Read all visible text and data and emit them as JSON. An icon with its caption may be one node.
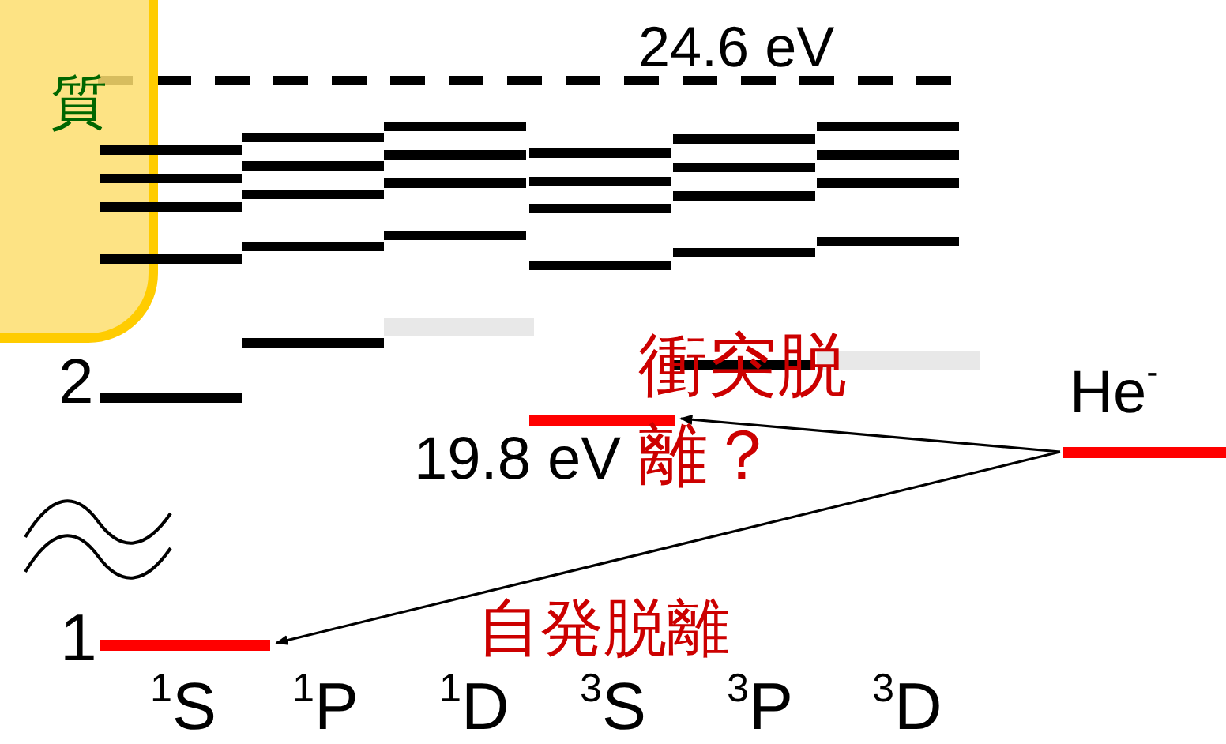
{
  "diagram": {
    "nodes": [
      {
        "text": [
          "質"
        ]
      },
      {
        "text": [
          "He$^{-}$"
        ]
      },
      {
        "text": [],
        "shape": "bar",
        "beside": [
          "19.8 eV"
        ]
      },
      {
        "text": [],
        "shape": "bar"
      }
    ],
    "edges": [
      {
        "from": 1,
        "to": 2,
        "arrow": "to",
        "label": "衝突脱離？"
      },
      {
        "from": 1,
        "to": 3,
        "arrow": "to",
        "label": "自発脱離"
      }
    ],
    "labels": [
      "24.6 eV",
      "2",
      "1",
      "$^{1}$S",
      "$^{1}$P",
      "$^{1}$D",
      "$^{3}$S",
      "$^{3}$P",
      "$^{3}$D"
    ]
  }
}
